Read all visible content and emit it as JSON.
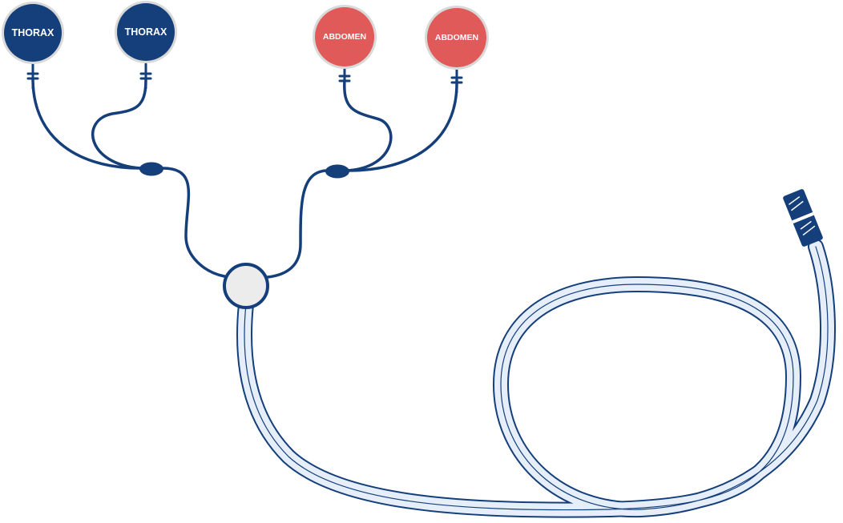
{
  "colors": {
    "thorax": "#153f7a",
    "abdomen": "#e05a59",
    "wire": "#153f7a",
    "cable_fill": "#e6eefa",
    "hub_fill": "#ececec",
    "electrode_rim": "#d9d9d9"
  },
  "electrodes": [
    {
      "label": "THORAX",
      "group": "thorax"
    },
    {
      "label": "THORAX",
      "group": "thorax"
    },
    {
      "label": "ABDOMEN",
      "group": "abdomen"
    },
    {
      "label": "ABDOMEN",
      "group": "abdomen"
    }
  ],
  "icons": {
    "hub": "cable-hub-icon",
    "splitter": "splitter-icon",
    "plug": "connector-plug-icon"
  }
}
